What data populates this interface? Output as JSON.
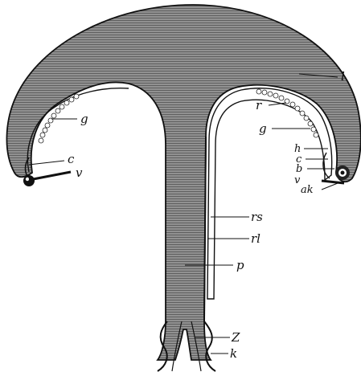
{
  "figure": {
    "colors": {
      "body_fill": "#8c8c8c",
      "hatch_line": "#5a5a5a",
      "ink": "#111111",
      "paper": "#ffffff"
    },
    "labels": {
      "l": "l",
      "g_left": "g",
      "c_left": "c",
      "v_left": "v",
      "r": "r",
      "g_right": "g",
      "h": "h",
      "c_right": "c",
      "b": "b",
      "v_right": "v",
      "ak": "ak",
      "rs": "rs",
      "rl": "rl",
      "p": "p",
      "z": "Z",
      "k": "k"
    }
  }
}
